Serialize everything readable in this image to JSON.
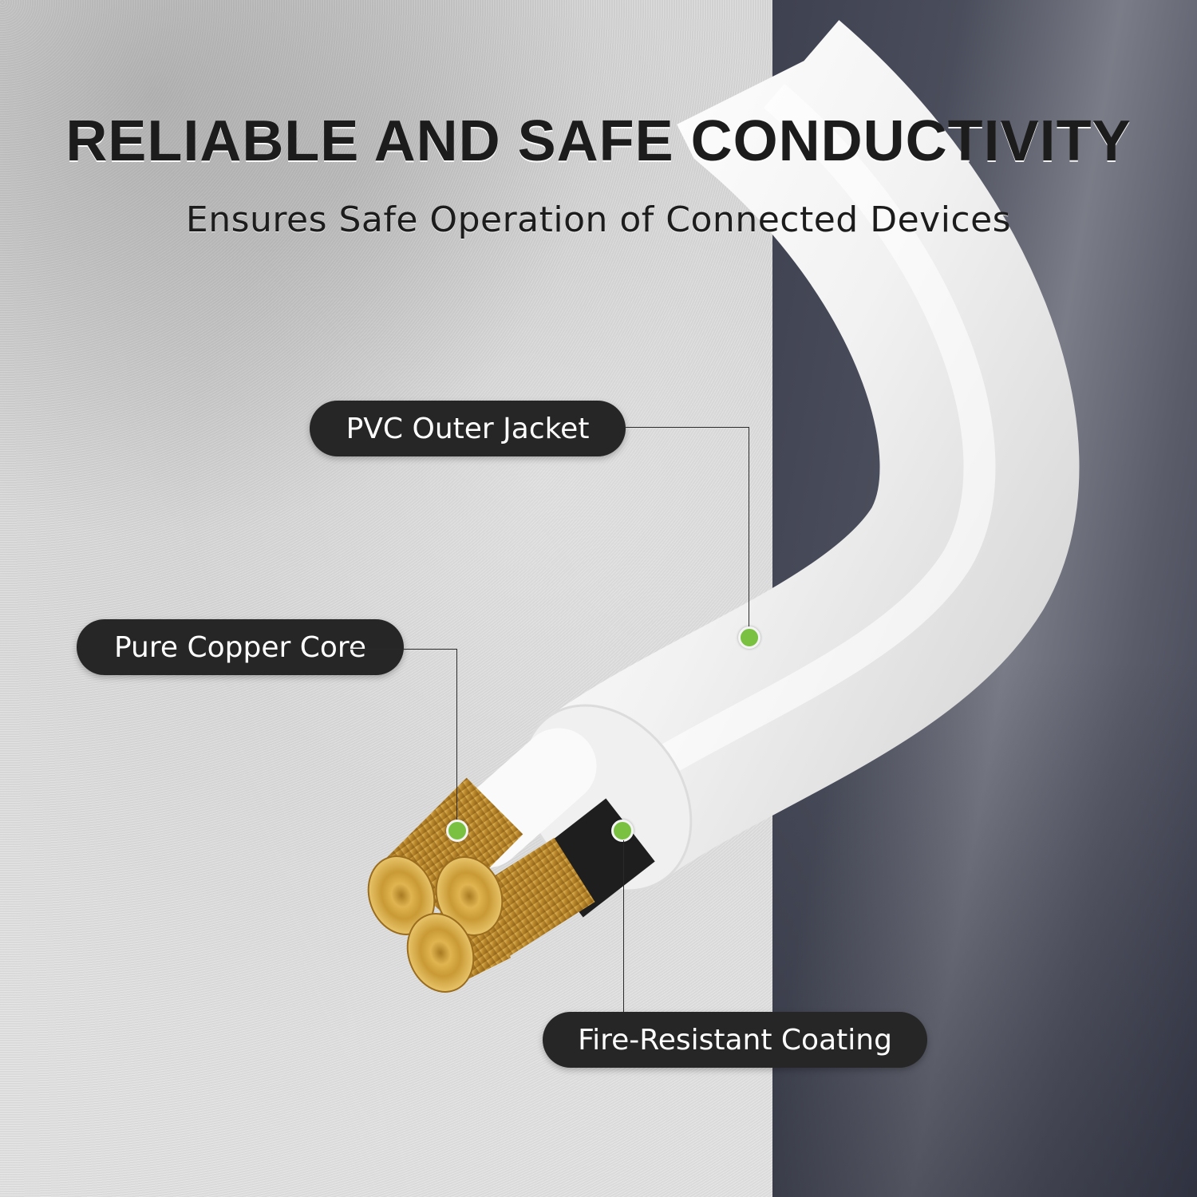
{
  "header": {
    "title": "RELIABLE AND SAFE CONDUCTIVITY",
    "subtitle": "Ensures Safe Operation of Connected Devices"
  },
  "callouts": [
    {
      "id": "jacket",
      "label": "PVC Outer Jacket"
    },
    {
      "id": "core",
      "label": "Pure Copper Core"
    },
    {
      "id": "coating",
      "label": "Fire-Resistant Coating"
    }
  ],
  "colors": {
    "pill_bg": "#262626",
    "pill_text": "#ffffff",
    "marker_dot": "#7ac142",
    "dark_panel": "#3e4150",
    "light_wall": "#e2e2e2",
    "copper": "#c9962e",
    "cable_white": "#f4f4f4"
  }
}
